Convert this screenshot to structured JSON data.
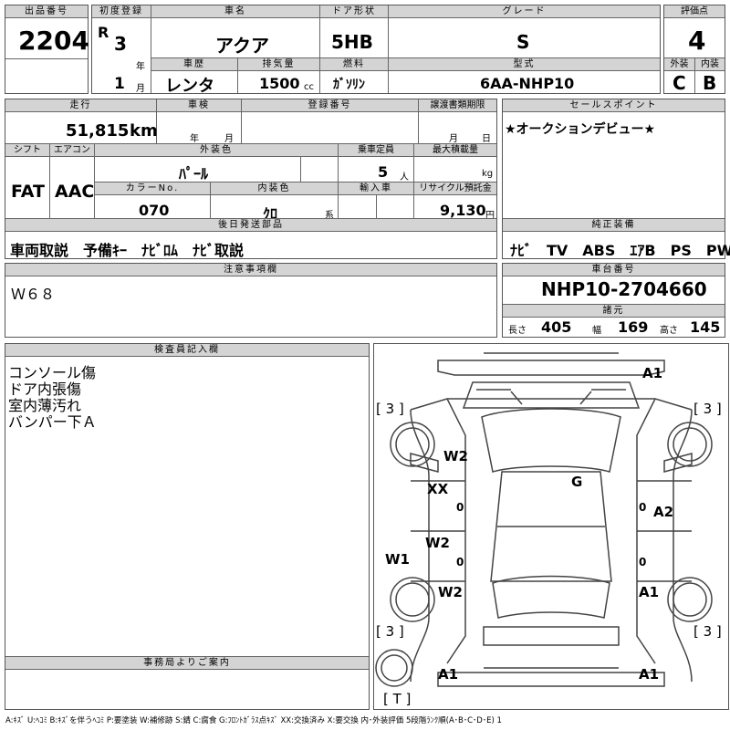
{
  "lot": {
    "label": "出品番号",
    "value": "2204"
  },
  "registration": {
    "label": "初度登録",
    "era": "R",
    "year": "3",
    "year_unit": "年",
    "month": "1",
    "month_unit": "月"
  },
  "car_name": {
    "label": "車名",
    "value": "アクア"
  },
  "door": {
    "label": "ドア形状",
    "value": "5HB"
  },
  "grade": {
    "label": "グレード",
    "value": "S"
  },
  "score": {
    "label": "評価点",
    "value": "4"
  },
  "history": {
    "label": "車歴",
    "value": "レンタ"
  },
  "displacement": {
    "label": "排気量",
    "value": "1500",
    "unit": "cc"
  },
  "fuel": {
    "label": "燃料",
    "value": "ｶﾞｿﾘﾝ"
  },
  "model": {
    "label": "型式",
    "value": "6AA-NHP10"
  },
  "exterior_score": {
    "label": "外装",
    "value": "C"
  },
  "interior_score": {
    "label": "内装",
    "value": "B"
  },
  "mileage": {
    "label": "走行",
    "value": "51,815",
    "unit": "km"
  },
  "inspection": {
    "label": "車検",
    "year_unit": "年",
    "month_unit": "月"
  },
  "reg_number": {
    "label": "登録番号"
  },
  "transfer_doc": {
    "label": "譲渡書類期限",
    "month_unit": "月",
    "day_unit": "日"
  },
  "sales_point": {
    "label": "セールスポイント",
    "value": "★オークションデビュー★"
  },
  "shift": {
    "label": "シフト",
    "value": "FAT"
  },
  "aircon": {
    "label": "エアコン",
    "value": "AAC"
  },
  "exterior_color": {
    "label": "外装色",
    "value": "ﾊﾟｰﾙ"
  },
  "capacity": {
    "label": "乗車定員",
    "value": "5",
    "unit": "人"
  },
  "max_load": {
    "label": "最大積載量",
    "unit": "kg"
  },
  "color_no": {
    "label": "カラーNo.",
    "value": "070"
  },
  "interior_color": {
    "label": "内装色",
    "value": "ｸﾛ",
    "unit": "系"
  },
  "import": {
    "label": "輸入車"
  },
  "recycle": {
    "label": "リサイクル預託金",
    "value": "9,130",
    "unit": "円"
  },
  "later_parts": {
    "label": "後日発送部品",
    "value": "車両取説　予備ｷｰ　ﾅﾋﾞﾛﾑ　ﾅﾋﾞ取説"
  },
  "equipment": {
    "label": "純正装備",
    "value": "ﾅﾋﾞ　TV　ABS　ｴｱB　PS　PW"
  },
  "notes": {
    "label": "注意事項欄",
    "value": "Ｗ６８"
  },
  "chassis": {
    "label": "車台番号",
    "value": "NHP10-2704660"
  },
  "dimensions": {
    "label": "諸元",
    "length_label": "長さ",
    "length": "405",
    "width_label": "幅",
    "width": "169",
    "height_label": "高さ",
    "height": "145"
  },
  "inspector": {
    "label": "検査員記入欄",
    "lines": [
      "コンソール傷",
      "ドア内張傷",
      "室内薄汚れ",
      "バンパー下Ａ"
    ]
  },
  "office": {
    "label": "事務局よりご案内"
  },
  "legend": "A:ｷｽﾞ U:ﾍｺﾐ B:ｷｽﾞを伴うﾍｺﾐ P:要塗装 W:補修跡 S:錆 C:腐食 G:ﾌﾛﾝﾄｶﾞﾗｽ点ｷｽﾞ XX:交換済み X:要交換 内･外装評価 5段階ﾗﾝｸ順(A･B･C･D･E) 1",
  "diagram": {
    "marks": {
      "front_a1": "A1",
      "top_left_w2": "W2",
      "glass_g": "G",
      "left_xx": "XX",
      "right_a2": "A2",
      "left_w2_mid": "W2",
      "left_w1": "W1",
      "left_w2_low": "W2",
      "right_a1": "A1",
      "rear_a1_left": "A1",
      "rear_a1_right": "A1",
      "zero1": "0",
      "zero2": "0",
      "zero3": "0",
      "zero4": "0"
    },
    "brackets": {
      "tl": "[ 3 ]",
      "tr": "[ 3 ]",
      "bl": "[ 3 ]",
      "br": "[ 3 ]",
      "spare": "[ T ]"
    }
  }
}
